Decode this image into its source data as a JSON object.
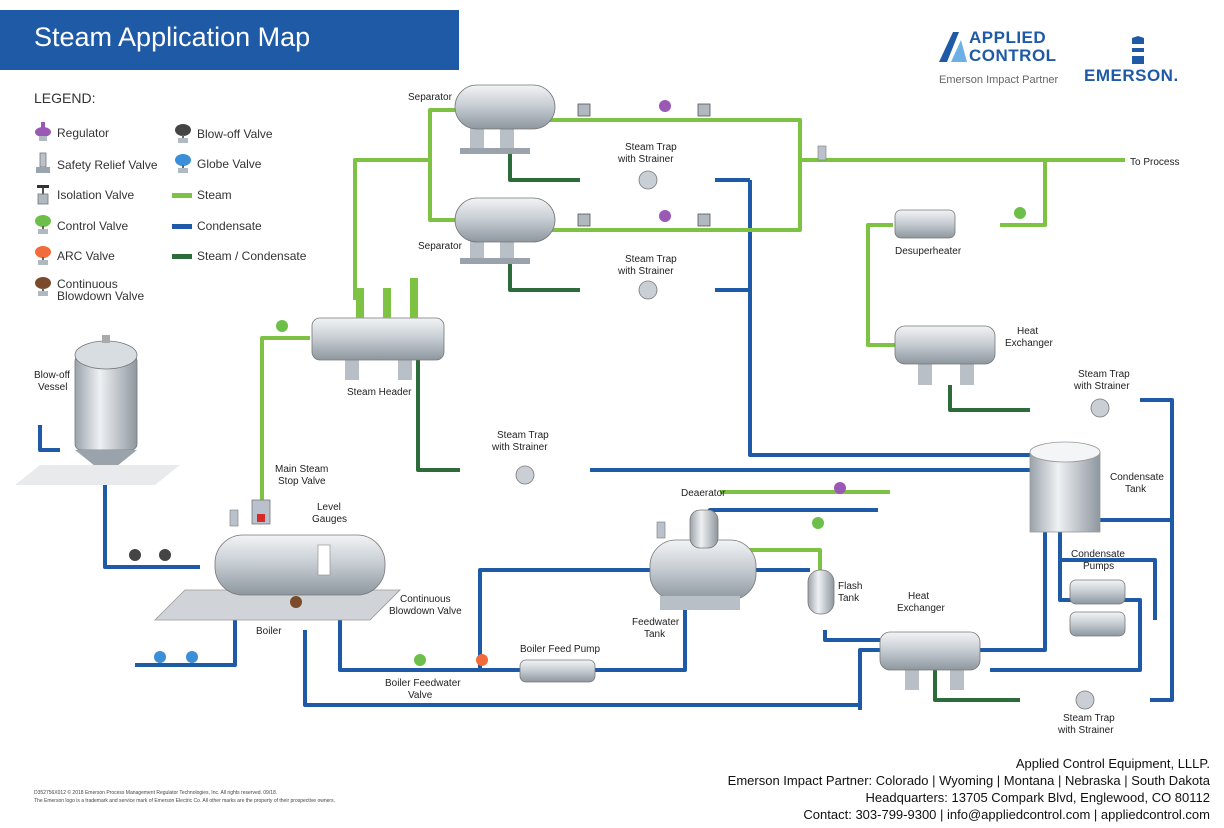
{
  "header": {
    "title": "Steam Application Map"
  },
  "logos": {
    "applied_line1": "APPLIED",
    "applied_line2": "CONTROL",
    "applied_sub": "Emerson Impact Partner",
    "emerson": "EMERSON."
  },
  "legend": {
    "title": "LEGEND:",
    "items": [
      {
        "label": "Regulator",
        "icon": "regulator-icon",
        "color": "#9b59b6"
      },
      {
        "label": "Safety Relief Valve",
        "icon": "safety-relief-valve-icon",
        "color": "#9aa5b1"
      },
      {
        "label": "Isolation Valve",
        "icon": "isolation-valve-icon",
        "color": "#555555"
      },
      {
        "label": "Control Valve",
        "icon": "control-valve-icon",
        "color": "#6cc04a"
      },
      {
        "label": "ARC Valve",
        "icon": "arc-valve-icon",
        "color": "#f26b3a"
      },
      {
        "label": "Continuous Blowdown Valve",
        "label_line1": "Continuous",
        "label_line2": "Blowdown Valve",
        "icon": "blowdown-valve-icon",
        "color": "#7a4a2a"
      },
      {
        "label": "Blow-off Valve",
        "icon": "blow-off-valve-icon",
        "color": "#444444"
      },
      {
        "label": "Globe Valve",
        "icon": "globe-valve-icon",
        "color": "#3a8fd8"
      },
      {
        "label": "Steam",
        "icon": "steam-line",
        "color": "#7dc242"
      },
      {
        "label": "Condensate",
        "icon": "condensate-line",
        "color": "#1f5aa6"
      },
      {
        "label": "Steam / Condensate",
        "icon": "steam-condensate-line",
        "color": "#2e6b3a"
      }
    ]
  },
  "diagram_labels": {
    "separator_top": "Separator",
    "separator_bottom": "Separator",
    "trap_top_1": "Steam Trap",
    "trap_top_2": "with Strainer",
    "trap_mid_1": "Steam Trap",
    "trap_mid_2": "with Strainer",
    "to_process": "To Process",
    "desuperheater": "Desuperheater",
    "hx_top_1": "Heat",
    "hx_top_2": "Exchanger",
    "trap_hx_1": "Steam Trap",
    "trap_hx_2": "with Strainer",
    "blowoff_1": "Blow-off",
    "blowoff_2": "Vessel",
    "steam_header": "Steam Header",
    "trap_header_1": "Steam Trap",
    "trap_header_2": "with Strainer",
    "condensate_tank_1": "Condensate",
    "condensate_tank_2": "Tank",
    "main_stop_1": "Main Steam",
    "main_stop_2": "Stop Valve",
    "level_1": "Level",
    "level_2": "Gauges",
    "deaerator": "Deaerator",
    "cont_blowdown_1": "Continuous",
    "cont_blowdown_2": "Blowdown Valve",
    "boiler": "Boiler",
    "feedwater_1": "Feedwater",
    "feedwater_2": "Tank",
    "flash_1": "Flash",
    "flash_2": "Tank",
    "cond_pumps_1": "Condensate",
    "cond_pumps_2": "Pumps",
    "hx_bot_1": "Heat",
    "hx_bot_2": "Exchanger",
    "boiler_feed_pump": "Boiler Feed Pump",
    "bfw_valve_1": "Boiler Feedwater",
    "bfw_valve_2": "Valve",
    "trap_bot_1": "Steam Trap",
    "trap_bot_2": "with Strainer"
  },
  "footer": {
    "company": "Applied Control Equipment, LLLP.",
    "partner": "Emerson Impact Partner: Colorado | Wyoming | Montana | Nebraska | South Dakota",
    "hq": "Headquarters: 13705 Compark Blvd, Englewood, CO 80112",
    "contact": "Contact: 303-799-9300 | info@appliedcontrol.com | appliedcontrol.com",
    "fine1": "D352756X012 © 2018 Emerson Process Management Regulator Technologies, Inc. All rights reserved. 09/18.",
    "fine2": "The Emerson logo is a trademark and service mark of Emerson Electric Co. All other marks are the property of their prospective owners."
  },
  "colors": {
    "steam": "#7dc242",
    "condensate": "#1f5aa6",
    "steam_condensate": "#2e6b3a",
    "brand_blue": "#1f5aa6"
  }
}
